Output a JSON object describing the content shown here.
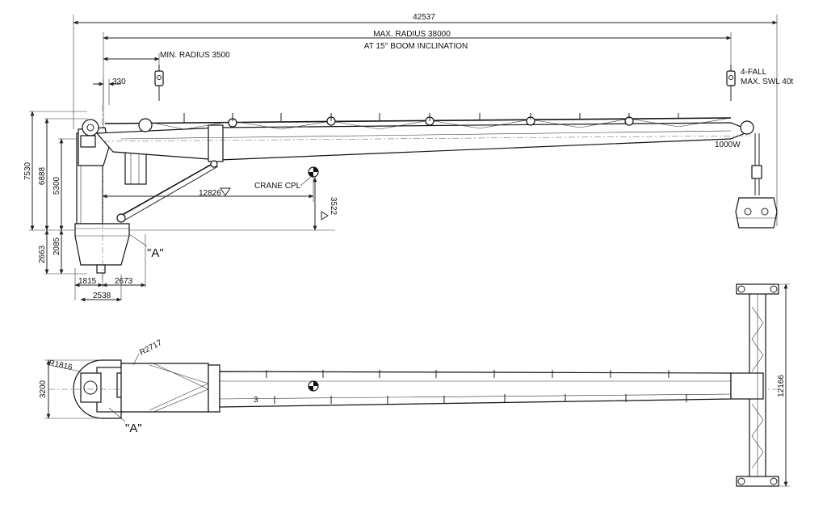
{
  "drawing": {
    "overall_length": "42537",
    "max_radius": "MAX. RADIUS 38000",
    "boom_inclination": "AT 15° BOOM INCLINATION",
    "min_radius": "MIN. RADIUS 3500",
    "offset_330": "330",
    "fall_label": "4-FALL",
    "swl_label": "MAX. SWL 40t",
    "heights": [
      "7530",
      "6888",
      "5300",
      "2085",
      "2663"
    ],
    "dim_12826": "12826",
    "dim_3522": "3522",
    "crane_cpl": "CRANE CPL",
    "winch": "1000W",
    "detail_a": "\"A\"",
    "base_1815": "1815",
    "base_2673": "2673",
    "base_2538": "2538",
    "r1816": "R1816",
    "r2717": "R2717",
    "width_3200": "3200",
    "width_12166": "12166",
    "small_3": "3"
  },
  "colors": {
    "line": "#222222",
    "background": "#ffffff"
  }
}
